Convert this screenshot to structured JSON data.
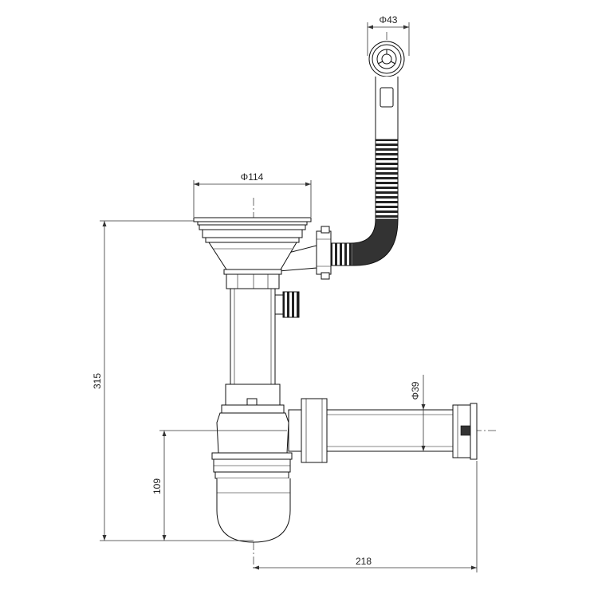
{
  "drawing": {
    "dimensions": {
      "outlet_diameter": "Φ43",
      "strainer_diameter": "Φ114",
      "height": "315",
      "pipe_diameter": "Φ39",
      "trap_height": "109",
      "horizontal_length": "218"
    }
  }
}
